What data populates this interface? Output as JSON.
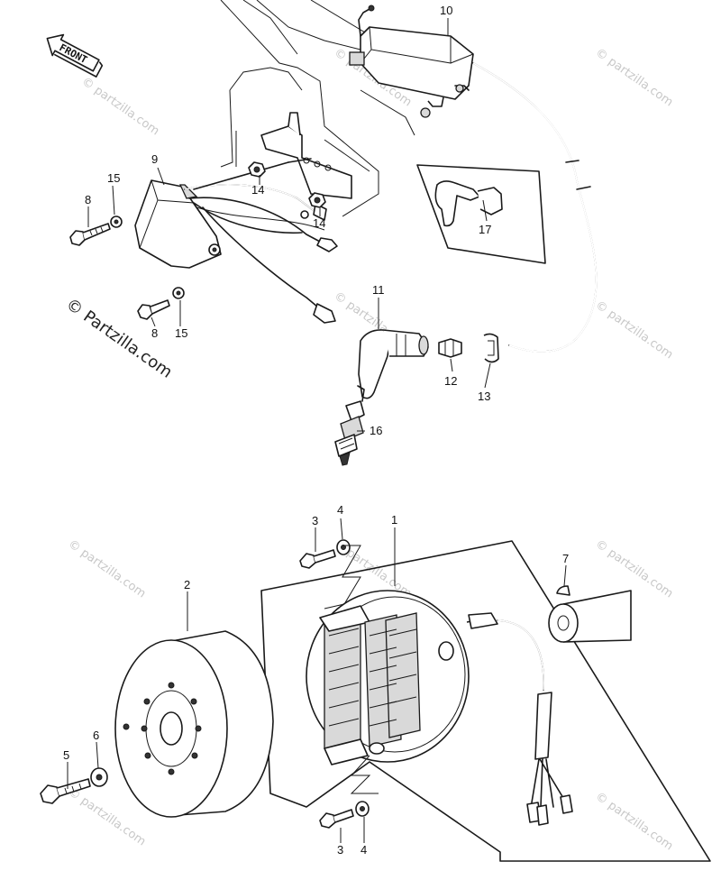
{
  "front_badge": "FRONT",
  "watermark_main": "© Partzilla.com",
  "watermark_faint": "© partzilla.com",
  "callouts": {
    "c1": "1",
    "c2": "2",
    "c3a": "3",
    "c3b": "3",
    "c4a": "4",
    "c4b": "4",
    "c5": "5",
    "c6": "6",
    "c7": "7",
    "c8a": "8",
    "c8b": "8",
    "c9": "9",
    "c10": "10",
    "c11": "11",
    "c12": "12",
    "c13": "13",
    "c14a": "14",
    "c14b": "14",
    "c15a": "15",
    "c15b": "15",
    "c16": "16",
    "c17": "17"
  }
}
